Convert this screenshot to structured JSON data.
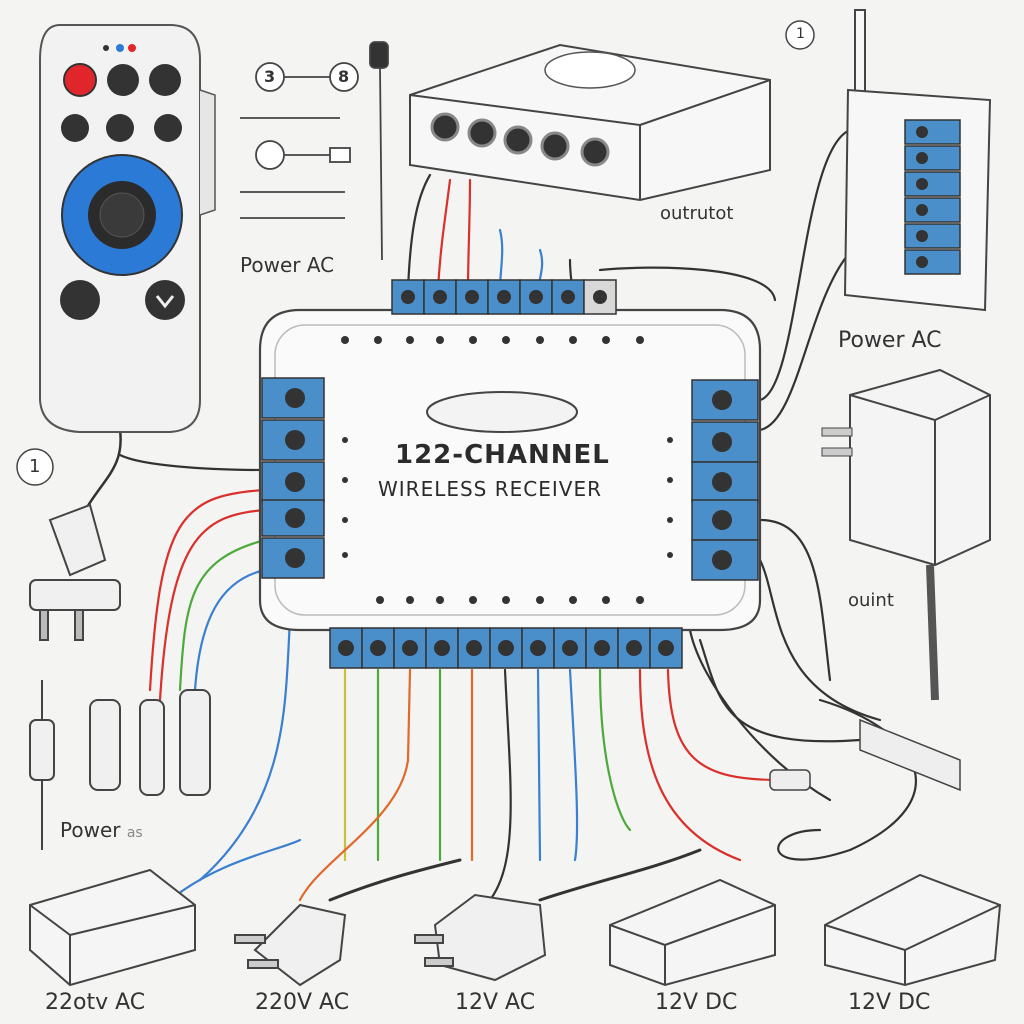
{
  "receiver": {
    "title_line1": "122-CHANNEL",
    "title_line2": "WIRELESS RECEIVER"
  },
  "labels": {
    "power_ac_left": "Power AC",
    "power_ac_right": "Power AC",
    "outrutot": "outrutot",
    "ouint": "ouint",
    "power_bottom_left": "Power",
    "power_bottom_left_suffix": "as",
    "marker_1_left": "1",
    "marker_1_top": "1",
    "marker_3": "3",
    "marker_8": "8"
  },
  "bottom_devices": [
    {
      "label": "22otv AC"
    },
    {
      "label": "220V AC"
    },
    {
      "label": "12V AC"
    },
    {
      "label": "12V DC"
    },
    {
      "label": "12V DC"
    }
  ],
  "colors": {
    "wire_red": "#d9302c",
    "wire_blue": "#3a7fd0",
    "wire_green": "#4caa3a",
    "wire_yellow": "#c8c23a",
    "wire_orange": "#e06a2a",
    "wire_black": "#333333",
    "terminal_blue": "#4a8fc9",
    "remote_blue": "#2b7bd6",
    "remote_red": "#e0262a"
  }
}
